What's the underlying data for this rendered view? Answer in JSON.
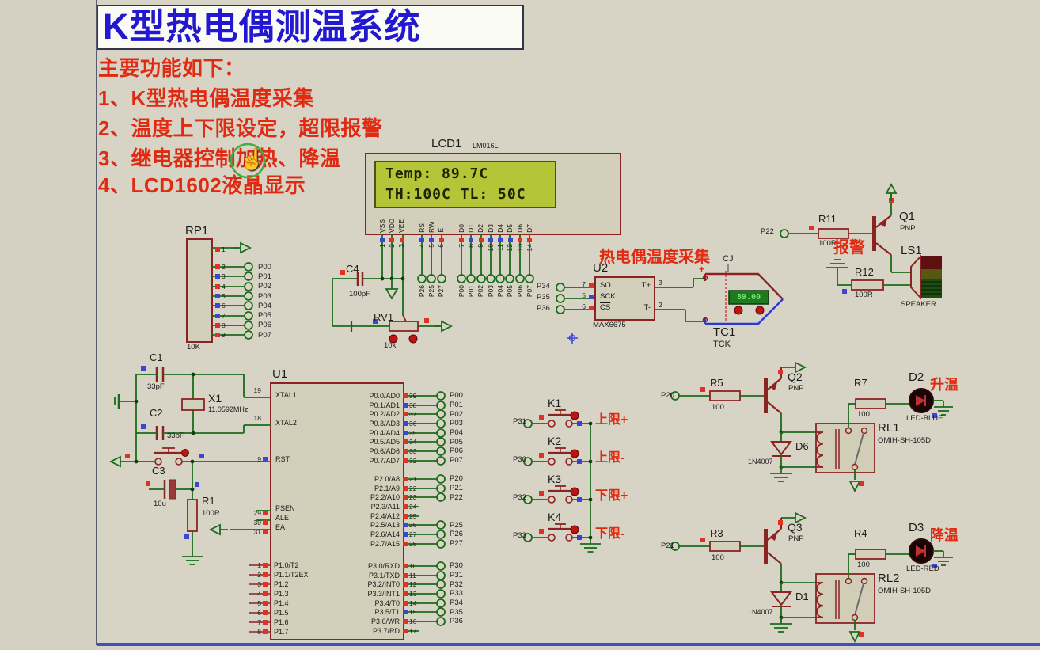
{
  "title": "K型热电偶测温系统",
  "features": {
    "heading": "主要功能如下：",
    "items": [
      "1、K型热电偶温度采集",
      "2、温度上下限设定，超限报警",
      "3、继电器控制加热、降温",
      "4、LCD1602液晶显示"
    ]
  },
  "lcd": {
    "ref": "LCD1",
    "model": "LM016L",
    "line1": "Temp: 89.7C",
    "line2": "TH:100C  TL: 50C",
    "pins_a": [
      {
        "name": "VSS",
        "num": "1",
        "sq": "b"
      },
      {
        "name": "VDD",
        "num": "2",
        "sq": "r"
      },
      {
        "name": "VEE",
        "num": "3",
        "sq": "r"
      }
    ],
    "pins_b": [
      {
        "name": "RS",
        "num": "4",
        "sq": "b"
      },
      {
        "name": "RW",
        "num": "5",
        "sq": "b"
      },
      {
        "name": "E",
        "num": "6",
        "sq": "r"
      }
    ],
    "pins_c": [
      {
        "name": "D0",
        "num": "7",
        "sq": "r"
      },
      {
        "name": "D1",
        "num": "8",
        "sq": "b"
      },
      {
        "name": "D2",
        "num": "9",
        "sq": "r"
      },
      {
        "name": "D3",
        "num": "10",
        "sq": "b"
      },
      {
        "name": "D4",
        "num": "11",
        "sq": "b"
      },
      {
        "name": "D5",
        "num": "12",
        "sq": "b"
      },
      {
        "name": "D6",
        "num": "13",
        "sq": "r"
      },
      {
        "name": "D7",
        "num": "14",
        "sq": "r"
      }
    ],
    "ctrl_nets": [
      "P26",
      "P25",
      "P27"
    ],
    "data_nets": [
      "P00",
      "P01",
      "P02",
      "P03",
      "P04",
      "P05",
      "P06",
      "P07"
    ]
  },
  "c4": {
    "ref": "C4",
    "value": "100pF"
  },
  "rv1": {
    "ref": "RV1",
    "value": "10k"
  },
  "rp1": {
    "ref": "RP1",
    "value": "10K",
    "pin1_num": "1",
    "rows": [
      {
        "num": "2",
        "net": "P00",
        "sq": "r"
      },
      {
        "num": "3",
        "net": "P01",
        "sq": "b"
      },
      {
        "num": "4",
        "net": "P02",
        "sq": "r"
      },
      {
        "num": "5",
        "net": "P03",
        "sq": "b"
      },
      {
        "num": "6",
        "net": "P04",
        "sq": "b"
      },
      {
        "num": "7",
        "net": "P05",
        "sq": "b"
      },
      {
        "num": "8",
        "net": "P06",
        "sq": "r"
      },
      {
        "num": "9",
        "net": "P07",
        "sq": "r"
      }
    ]
  },
  "u2": {
    "caption": "热电偶温度采集",
    "ref": "U2",
    "model": "MAX6675",
    "p34": {
      "net": "P34",
      "num": "7",
      "name": "SO"
    },
    "p35": {
      "net": "P35",
      "num": "5",
      "name": "SCK"
    },
    "p36": {
      "net": "P36",
      "num": "6",
      "name": "CS"
    },
    "tplus": {
      "name": "T+",
      "num": "3"
    },
    "tminus": {
      "name": "T-",
      "num": "2"
    }
  },
  "tc1": {
    "ref": "TC1",
    "model": "TCK",
    "cj": "CJ",
    "plus": "+",
    "display": "89.00"
  },
  "alarm": {
    "caption": "报警",
    "net": "P22",
    "r11_ref": "R11",
    "r11_val": "100R",
    "q1_ref": "Q1",
    "q1_type": "PNP",
    "r12_ref": "R12",
    "r12_val": "100R",
    "ls1_ref": "LS1",
    "ls1_model": "SPEAKER"
  },
  "u1": {
    "ref": "U1",
    "xtal1": {
      "num": "19",
      "name": "XTAL1"
    },
    "xtal2": {
      "num": "18",
      "name": "XTAL2"
    },
    "rst": {
      "num": "9",
      "name": "RST",
      "sq": "b"
    },
    "psen": {
      "num": "29",
      "name": "PSEN",
      "sq": "r"
    },
    "ale": {
      "num": "30",
      "name": "ALE",
      "sq": "r"
    },
    "ea": {
      "num": "31",
      "name": "EA",
      "sq": "r"
    },
    "p1": [
      {
        "num": "1",
        "name": "P1.0/T2",
        "sq": "r"
      },
      {
        "num": "2",
        "name": "P1.1/T2EX",
        "sq": "r"
      },
      {
        "num": "3",
        "name": "P1.2",
        "sq": "r"
      },
      {
        "num": "4",
        "name": "P1.3",
        "sq": "r"
      },
      {
        "num": "5",
        "name": "P1.4",
        "sq": "r"
      },
      {
        "num": "6",
        "name": "P1.5",
        "sq": "r"
      },
      {
        "num": "7",
        "name": "P1.6",
        "sq": "r"
      },
      {
        "num": "8",
        "name": "P1.7",
        "sq": "r"
      }
    ],
    "p0": [
      {
        "name": "P0.0/AD0",
        "num": "39",
        "net": "P00",
        "sq": "r"
      },
      {
        "name": "P0.1/AD1",
        "num": "38",
        "net": "P01",
        "sq": "b"
      },
      {
        "name": "P0.2/AD2",
        "num": "37",
        "net": "P02",
        "sq": "r"
      },
      {
        "name": "P0.3/AD3",
        "num": "36",
        "net": "P03",
        "sq": "b"
      },
      {
        "name": "P0.4/AD4",
        "num": "35",
        "net": "P04",
        "sq": "b"
      },
      {
        "name": "P0.5/AD5",
        "num": "34",
        "net": "P05",
        "sq": "r"
      },
      {
        "name": "P0.6/AD6",
        "num": "33",
        "net": "P06",
        "sq": "r"
      },
      {
        "name": "P0.7/AD7",
        "num": "32",
        "net": "P07",
        "sq": "r"
      }
    ],
    "p2": [
      {
        "name": "P2.0/A8",
        "num": "21",
        "net": "P20",
        "sq": "r"
      },
      {
        "name": "P2.1/A9",
        "num": "22",
        "net": "P21",
        "sq": "r"
      },
      {
        "name": "P2.2/A10",
        "num": "23",
        "net": "P22",
        "sq": "r"
      },
      {
        "name": "P2.3/A11",
        "num": "24",
        "net": "",
        "sq": "r"
      },
      {
        "name": "P2.4/A12",
        "num": "25",
        "net": "",
        "sq": "r"
      },
      {
        "name": "P2.5/A13",
        "num": "26",
        "net": "P25",
        "sq": "b"
      },
      {
        "name": "P2.6/A14",
        "num": "27",
        "net": "P26",
        "sq": "b"
      },
      {
        "name": "P2.7/A15",
        "num": "28",
        "net": "P27",
        "sq": "r"
      }
    ],
    "p3": [
      {
        "name": "P3.0/RXD",
        "num": "10",
        "net": "P30",
        "sq": "r"
      },
      {
        "name": "P3.1/TXD",
        "num": "11",
        "net": "P31",
        "sq": "r"
      },
      {
        "name": "P3.2/INT0",
        "num": "12",
        "net": "P32",
        "sq": "r"
      },
      {
        "name": "P3.3/INT1",
        "num": "13",
        "net": "P33",
        "sq": "r"
      },
      {
        "name": "P3.4/T0",
        "num": "14",
        "net": "P34",
        "sq": "r"
      },
      {
        "name": "P3.5/T1",
        "num": "15",
        "net": "P35",
        "sq": "b"
      },
      {
        "name": "P3.6/WR",
        "num": "16",
        "net": "P36",
        "sq": "r"
      },
      {
        "name": "P3.7/RD",
        "num": "17",
        "net": "",
        "sq": "r"
      }
    ]
  },
  "clock": {
    "c1_ref": "C1",
    "c1_val": "33pF",
    "x1_ref": "X1",
    "x1_val": "11.0592MHz",
    "c2_ref": "C2",
    "c2_val": "33pF",
    "c3_ref": "C3",
    "c3_val": "10u",
    "r1_ref": "R1",
    "r1_val": "100R"
  },
  "keys": [
    {
      "ref": "K1",
      "net": "P31",
      "label": "上限+"
    },
    {
      "ref": "K2",
      "net": "P30",
      "label": "上限-"
    },
    {
      "ref": "K3",
      "net": "P32",
      "label": "下限+"
    },
    {
      "ref": "K4",
      "net": "P33",
      "label": "下限-"
    }
  ],
  "relays": [
    {
      "net": "P20",
      "rin_ref": "R5",
      "rin_val": "100",
      "q_ref": "Q2",
      "q_type": "PNP",
      "d_ref": "D6",
      "d_val": "1N4007",
      "rl_ref": "RL1",
      "rl_model": "OMIH-SH-105D",
      "rout_ref": "R7",
      "rout_val": "100",
      "led_ref": "D2",
      "led_model": "LED-BLUE",
      "label": "升温"
    },
    {
      "net": "P21",
      "rin_ref": "R3",
      "rin_val": "100",
      "q_ref": "Q3",
      "q_type": "PNP",
      "d_ref": "D1",
      "d_val": "1N4007",
      "rl_ref": "RL2",
      "rl_model": "OMIH-SH-105D",
      "rout_ref": "R4",
      "rout_val": "100",
      "led_ref": "D3",
      "led_model": "LED-RED",
      "label": "降温"
    }
  ],
  "colors": {
    "title_blue": "#2218cf",
    "text_red": "#e02a12",
    "wire_green": "#1a6b1a",
    "component_red": "#8b2323",
    "lcd_screen": "#b6c437",
    "tc_display_green": "#1f7a1f"
  }
}
